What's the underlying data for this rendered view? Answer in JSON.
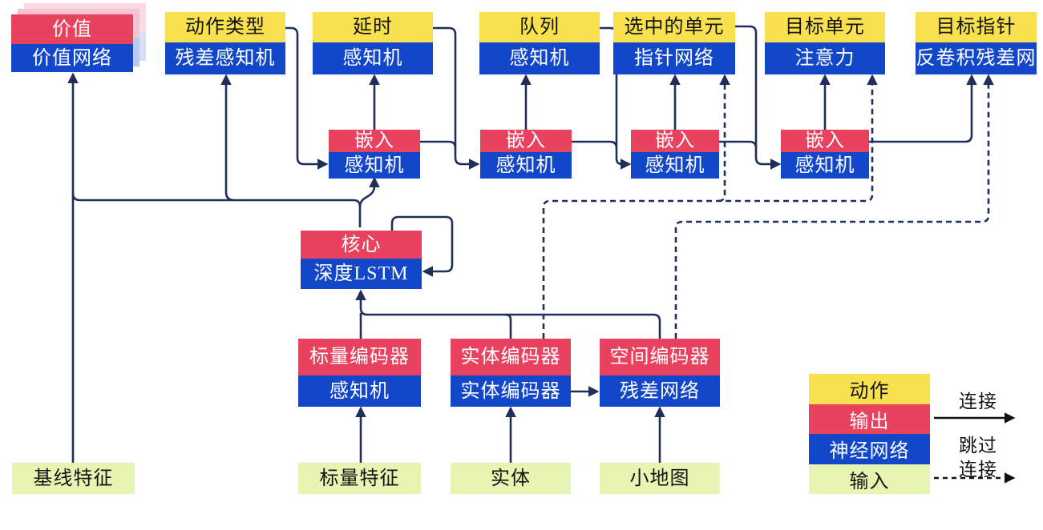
{
  "nodes": {
    "value": {
      "label": "价值",
      "network": "价值网络"
    },
    "action_type": {
      "label": "动作类型",
      "network": "残差感知机"
    },
    "delay": {
      "label": "延时",
      "network": "感知机"
    },
    "queue": {
      "label": "队列",
      "network": "感知机"
    },
    "selected_units": {
      "label": "选中的单元",
      "network": "指针网络"
    },
    "target_unit": {
      "label": "目标单元",
      "network": "注意力"
    },
    "target_point": {
      "label": "目标指针",
      "network": "反卷积残差网"
    },
    "embed1": {
      "label": "嵌入",
      "network": "感知机"
    },
    "embed2": {
      "label": "嵌入",
      "network": "感知机"
    },
    "embed3": {
      "label": "嵌入",
      "network": "感知机"
    },
    "embed4": {
      "label": "嵌入",
      "network": "感知机"
    },
    "core": {
      "label": "核心",
      "network": "深度LSTM"
    },
    "scalar_encoder": {
      "label": "标量编码器",
      "network": "感知机"
    },
    "entity_encoder": {
      "label": "实体编码器",
      "network": "实体编码器"
    },
    "spatial_encoder": {
      "label": "空间编码器",
      "network": "残差网络"
    },
    "baseline_features": {
      "label": "基线特征"
    },
    "scalar_features": {
      "label": "标量特征"
    },
    "entities": {
      "label": "实体"
    },
    "minimap": {
      "label": "小地图"
    }
  },
  "legend": {
    "categories": [
      {
        "label": "动作",
        "color": "#f8e04e"
      },
      {
        "label": "输出",
        "color": "#e8425f"
      },
      {
        "label": "神经网络",
        "color": "#1247c9"
      },
      {
        "label": "输入",
        "color": "#e6f6b2"
      }
    ],
    "solid_label": "连接",
    "dashed_label_line1": "跳过",
    "dashed_label_line2": "连接"
  },
  "colors": {
    "action_yellow": "#f8e04e",
    "output_red": "#e8425f",
    "network_blue": "#1247c9",
    "input_green": "#e6f6b2",
    "connector_navy": "#202e5a",
    "legend_arrow_black": "#111111"
  }
}
